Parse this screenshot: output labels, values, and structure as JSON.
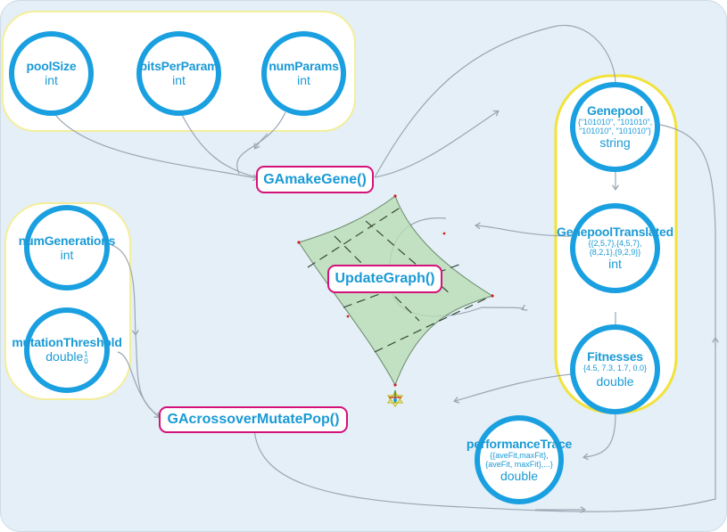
{
  "nodes": {
    "poolSize": {
      "name": "poolSize",
      "type": "int"
    },
    "bitsPerParam": {
      "name": "bitsPerParam",
      "type": "int"
    },
    "numParams": {
      "name": "numParams",
      "type": "int"
    },
    "genepool": {
      "name": "Genepool",
      "value_line1": "{\"101010\", \"101010\",",
      "value_line2": "\"101010\", \"101010\"}",
      "type": "string"
    },
    "genepoolTranslated": {
      "name": "GenepoolTranslated",
      "value_line1": "{{2,5,7},{4,5,7},",
      "value_line2": "{8,2,1},{9,2,9}}",
      "type": "int"
    },
    "fitnesses": {
      "name": "Fitnesses",
      "value_line1": "{4.5, 7.3, 1.7, 0.0}",
      "type": "double"
    },
    "performanceTrace": {
      "name": "performanceTrace",
      "value_line1": "{{aveFit,maxFit},",
      "value_line2": "{aveFit, maxFit},...}",
      "type": "double"
    },
    "numGenerations": {
      "name": "numGenerations",
      "type": "int"
    },
    "mutationThreshold": {
      "name": "mutationThreshold",
      "type": "double",
      "type_sup": "1",
      "type_sub": "0"
    }
  },
  "functions": {
    "gaMakeGene": "GAmakeGene()",
    "updateGraph": "UpdateGraph()",
    "gaCrossoverMutatePop": "GAcrossoverMutatePop()"
  },
  "colors": {
    "background": "#e4eff7",
    "node_ring": "#1aa0e0",
    "node_text": "#1a9ad6",
    "function_border": "#d4127a",
    "group_border": "#f4ee9a",
    "genepool_group_border": "#f2e23a",
    "edge": "#9aa6b2",
    "graph_fill": "#b9dcb4"
  }
}
